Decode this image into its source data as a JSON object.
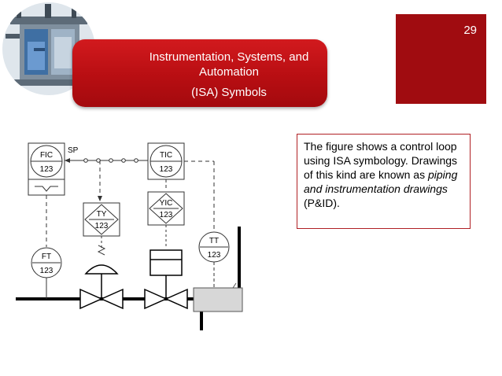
{
  "slide": {
    "page_number": "29",
    "title_line1": "Instrumentation, Systems, and",
    "title_line2": "Automation",
    "title_line3": "(ISA) Symbols"
  },
  "caption": {
    "text_before": "The figure shows a control loop using ISA symbology. Drawings of this kind are known as ",
    "text_italic": "piping and instrumentation drawings",
    "text_after": " (P&ID)."
  },
  "diagram": {
    "sp_label": "SP",
    "instruments": [
      {
        "tag": "FIC",
        "number": "123"
      },
      {
        "tag": "TIC",
        "number": "123"
      },
      {
        "tag": "TY",
        "number": "123"
      },
      {
        "tag": "YIC",
        "number": "123"
      },
      {
        "tag": "TT",
        "number": "123"
      },
      {
        "tag": "FT",
        "number": "123"
      }
    ]
  },
  "colors": {
    "brand_red": "#a00c10",
    "banner_red": "#c4141a"
  },
  "logo": {
    "icon": "industrial-tank-illustration-icon"
  }
}
